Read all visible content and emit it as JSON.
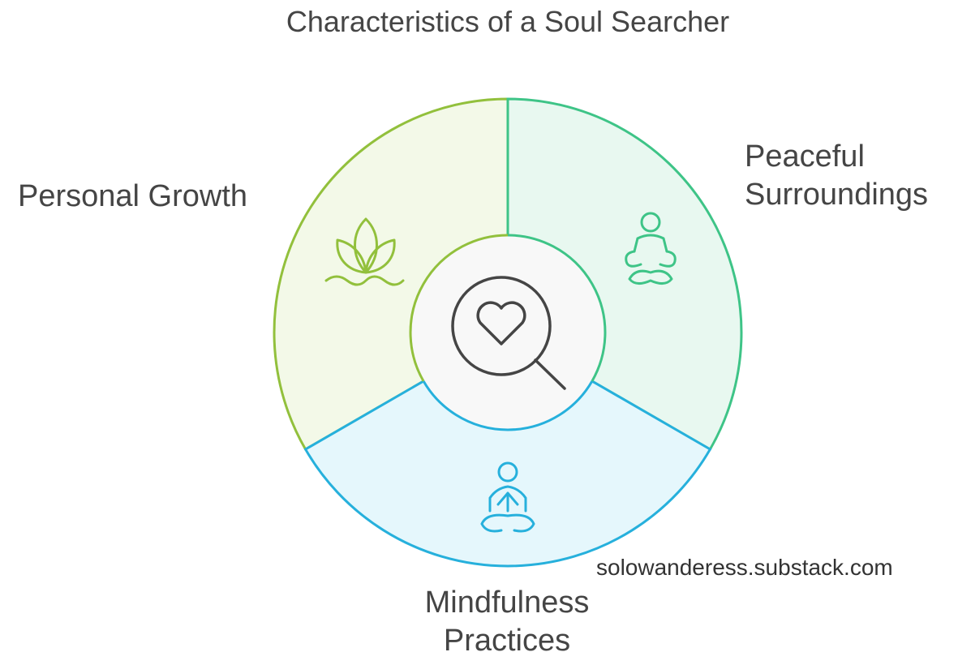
{
  "title": "Characteristics of a Soul Searcher",
  "segments": [
    {
      "id": "personal-growth",
      "label_lines": [
        "Personal Growth"
      ],
      "icon": "lotus-icon",
      "stroke": "#92c03c",
      "fill": "#f3f9e8"
    },
    {
      "id": "peaceful-surroundings",
      "label_lines": [
        "Peaceful",
        "Surroundings"
      ],
      "icon": "meditating-person-icon",
      "stroke": "#3ec487",
      "fill": "#e8f8f0"
    },
    {
      "id": "mindfulness-practices",
      "label_lines": [
        "Mindfulness",
        "Practices"
      ],
      "icon": "yoga-pose-icon",
      "stroke": "#26b0dc",
      "fill": "#e5f7fc"
    }
  ],
  "center": {
    "icon": "heart-magnifier-icon",
    "fill": "#f8f8f8",
    "stroke": "#454545"
  },
  "watermark": "solowanderess.substack.com"
}
